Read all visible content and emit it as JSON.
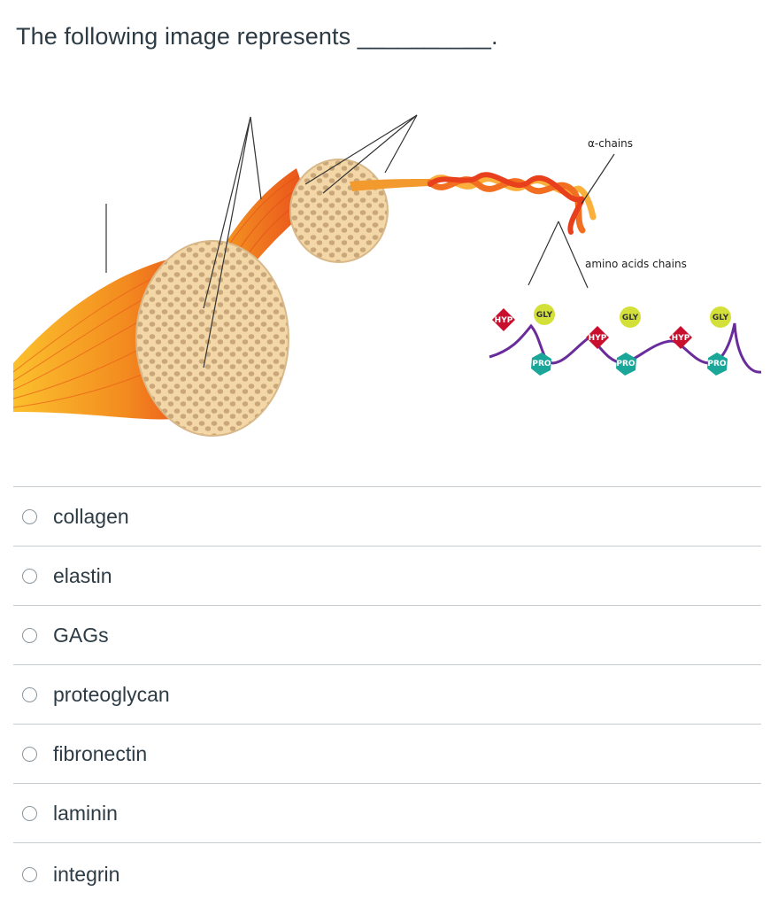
{
  "question": {
    "text": "The following image represents __________."
  },
  "figure": {
    "labels": {
      "alpha_chains": "α-chains",
      "amino_acids_chains": "amino acids chains"
    },
    "residues": [
      {
        "label": "HYP",
        "color": "#c8102e"
      },
      {
        "label": "GLY",
        "color": "#d4e03a"
      },
      {
        "label": "PRO",
        "color": "#1aa79a"
      },
      {
        "label": "HYP",
        "color": "#c8102e"
      },
      {
        "label": "GLY",
        "color": "#d4e03a"
      },
      {
        "label": "PRO",
        "color": "#1aa79a"
      },
      {
        "label": "HYP",
        "color": "#c8102e"
      },
      {
        "label": "GLY",
        "color": "#d4e03a"
      },
      {
        "label": "PRO",
        "color": "#1aa79a"
      }
    ],
    "colors": {
      "fiber_orange": "#f07a1e",
      "fiber_yellow": "#fbc02d",
      "fiber_red": "#e8401c",
      "bundle_face": "#f3d7a6",
      "bundle_dot": "#c9a77a",
      "chain_purple": "#6a2c9b"
    }
  },
  "answers": [
    {
      "label": "collagen"
    },
    {
      "label": "elastin"
    },
    {
      "label": "GAGs"
    },
    {
      "label": "proteoglycan"
    },
    {
      "label": "fibronectin"
    },
    {
      "label": "laminin"
    },
    {
      "label": "integrin"
    }
  ]
}
